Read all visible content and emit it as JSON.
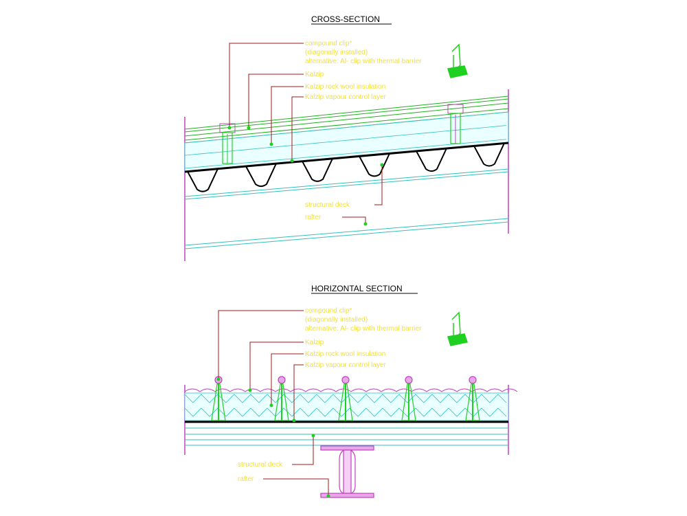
{
  "colors": {
    "background": "#ffffff",
    "title": "#000000",
    "label_text": "#f0e040",
    "leader": "#a01818",
    "frame": "#c040c0",
    "roof_sheet": "#20b020",
    "insulation": "#30c0c0",
    "deck": "#000000",
    "rafter": "#30c0c0",
    "clip": "#c040c0",
    "clip_fill": "#20d020",
    "beam": "#c040c0"
  },
  "icons": {
    "clip_detail": "compound-clip-icon",
    "beam": "steel-i-beam-icon"
  },
  "cross_section": {
    "title": "CROSS-SECTION",
    "labels": {
      "compound_clip_line1": "compound clip*",
      "compound_clip_line2": "(diagonally installed)",
      "compound_clip_line3": "alternative: Al- clip with thermal barrier",
      "kalzip": "Kalzip",
      "rock_wool": "Kalzip rock wool insulation",
      "vapour_control": "Kalzip vapour control layer",
      "structural_deck": "structural deck",
      "rafter": "rafter"
    }
  },
  "horizontal_section": {
    "title": "HORIZONTAL SECTION",
    "labels": {
      "compound_clip_line1": "compound clip*",
      "compound_clip_line2": "(diagonally installed)",
      "compound_clip_line3": "alternative: Al- clip with thermal barrier",
      "kalzip": "Kalzip",
      "rock_wool": "Kalzip rock wool insulation",
      "vapour_control": "Kalzip vapour control layer",
      "structural_deck": "structural deck",
      "rafter": "rafter"
    }
  }
}
